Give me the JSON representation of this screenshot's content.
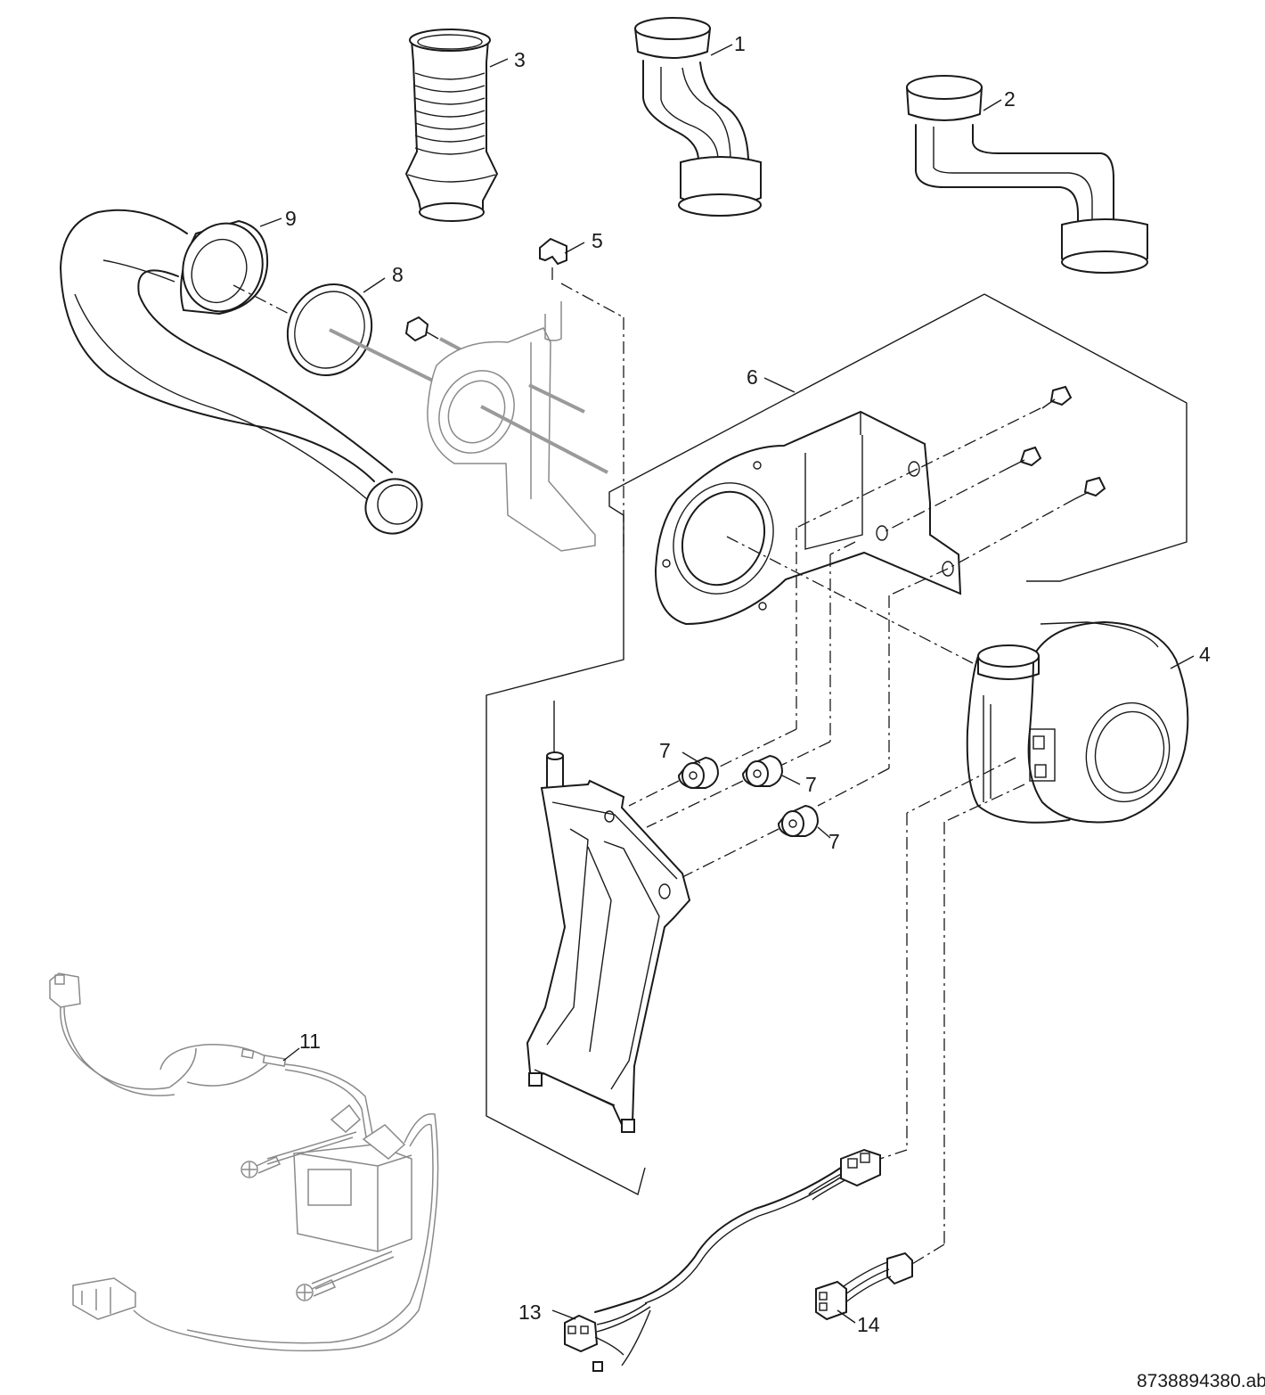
{
  "diagram": {
    "document_id": "8738894380.ab",
    "callouts": [
      {
        "id": "c1",
        "text": "1"
      },
      {
        "id": "c2",
        "text": "2"
      },
      {
        "id": "c3",
        "text": "3"
      },
      {
        "id": "c4",
        "text": "4"
      },
      {
        "id": "c5",
        "text": "5"
      },
      {
        "id": "c6",
        "text": "6"
      },
      {
        "id": "c7a",
        "text": "7"
      },
      {
        "id": "c7b",
        "text": "7"
      },
      {
        "id": "c7c",
        "text": "7"
      },
      {
        "id": "c8",
        "text": "8"
      },
      {
        "id": "c9",
        "text": "9"
      },
      {
        "id": "c11",
        "text": "11"
      },
      {
        "id": "c13",
        "text": "13"
      },
      {
        "id": "c14",
        "text": "14"
      }
    ]
  }
}
